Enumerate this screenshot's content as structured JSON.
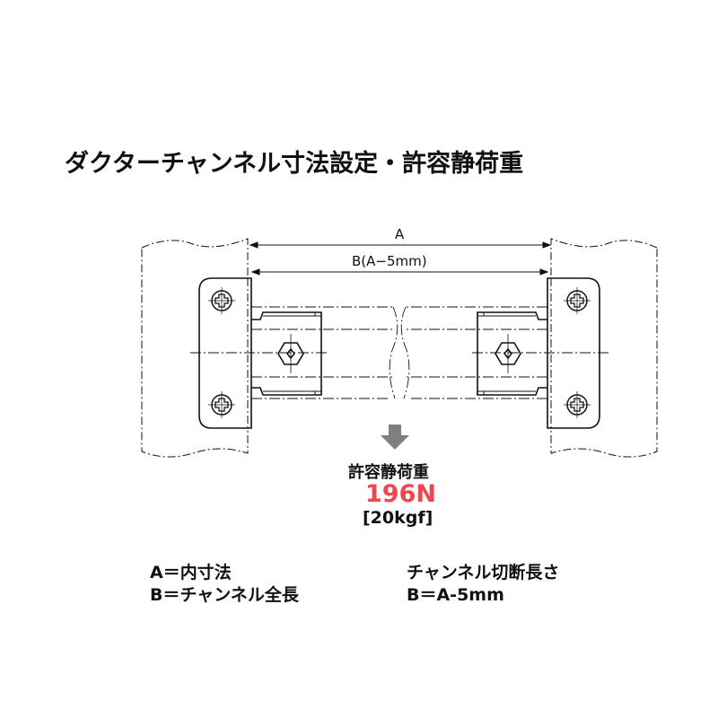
{
  "title": "ダクターチャンネル寸法設定・許容静荷重",
  "dimensions": {
    "a_label": "A",
    "b_label": "B(A−5mm)"
  },
  "load": {
    "heading": "許容静荷重",
    "value": "196N",
    "kgf": "[20kgf]",
    "value_color": "#f0464f",
    "arrow_color": "#7f7f7f"
  },
  "legend": {
    "a_def": "A＝内寸法",
    "b_def": "B＝チャンネル全長",
    "cut_heading": "チャンネル切断長さ",
    "cut_formula": "B＝A-5mm"
  }
}
